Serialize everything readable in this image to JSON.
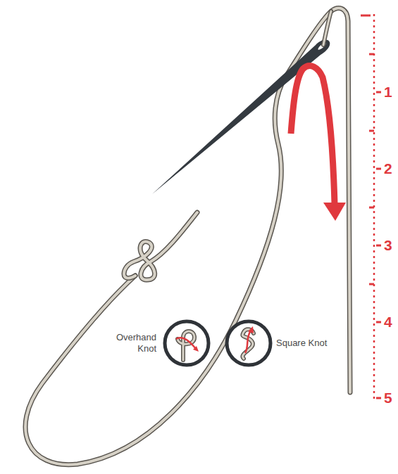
{
  "diagram": {
    "nodes": [
      {
        "text": [
          "Overhand Knot"
        ]
      },
      {
        "text": [
          "Square Knot"
        ]
      }
    ],
    "labels": [
      "1",
      "2",
      "3",
      "4",
      "5"
    ]
  }
}
